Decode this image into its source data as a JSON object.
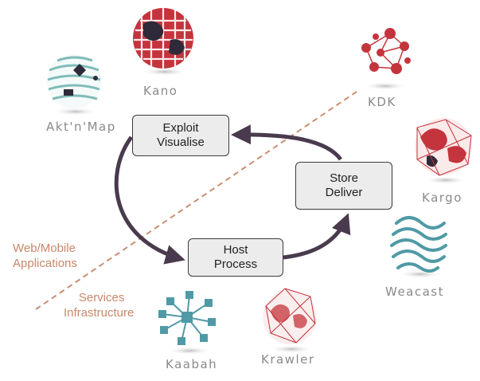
{
  "diagram": {
    "boxes": {
      "exploit": [
        "Exploit",
        "Visualise"
      ],
      "store": [
        "Store",
        "Deliver"
      ],
      "host": [
        "Host",
        "Process"
      ]
    },
    "zones": {
      "apps": [
        "Web/Mobile",
        "Applications"
      ],
      "infra": [
        "Services",
        "Infrastructure"
      ]
    },
    "logos": {
      "kano": "Kano",
      "aktnmap": "Akt'n'Map",
      "kdk": "KDK",
      "kargo": "Kargo",
      "weacast": "Weacast",
      "kaabah": "Kaabah",
      "krawler": "Krawler"
    },
    "colors": {
      "arrow": "#4a3a4d",
      "divider": "#c98e72",
      "box_fill": "#ececec",
      "red": "#c4343c",
      "teal": "#4f9aa6",
      "dark": "#2f2a3a"
    }
  }
}
